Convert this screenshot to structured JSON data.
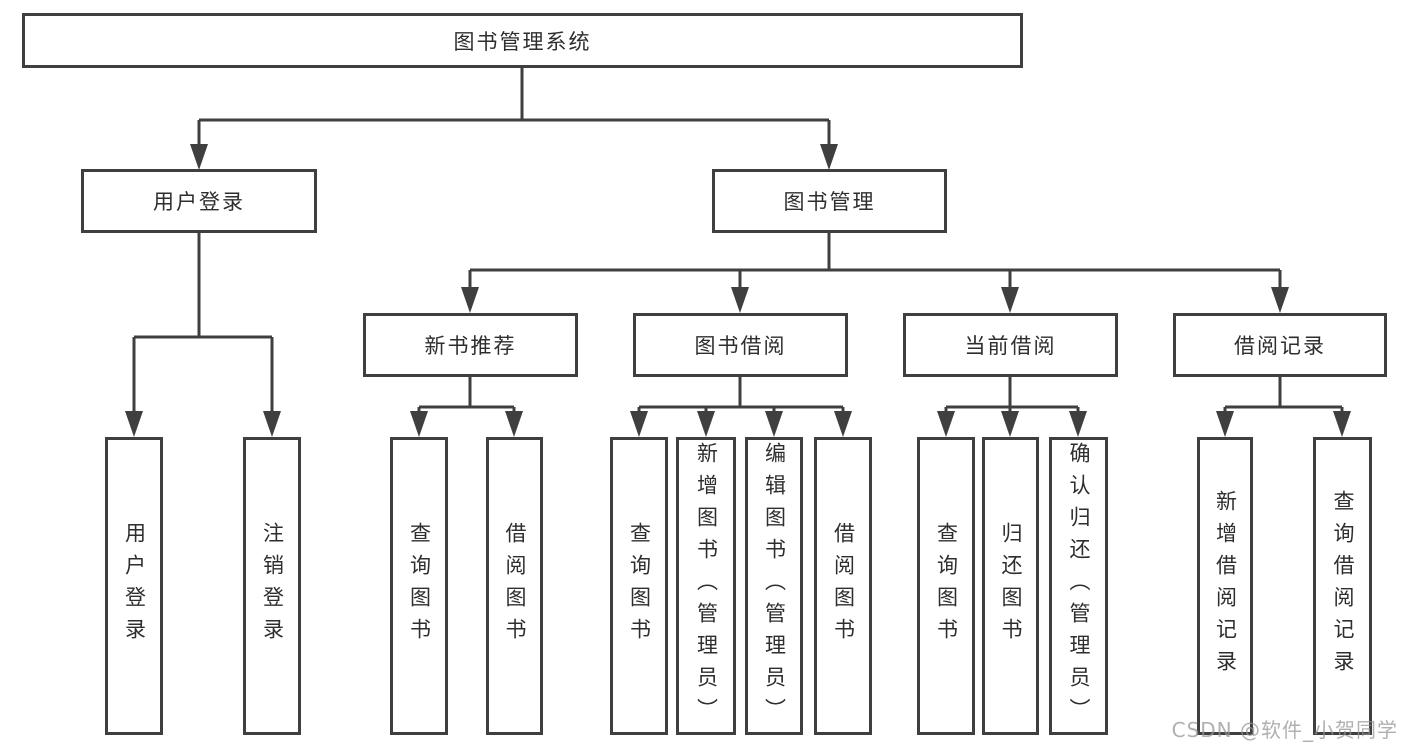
{
  "tree": {
    "label": "图书管理系统",
    "children": [
      {
        "label": "用户登录",
        "children": [
          {
            "label": "用户登录"
          },
          {
            "label": "注销登录"
          }
        ]
      },
      {
        "label": "图书管理",
        "children": [
          {
            "label": "新书推荐",
            "children": [
              {
                "label": "查询图书"
              },
              {
                "label": "借阅图书"
              }
            ]
          },
          {
            "label": "图书借阅",
            "children": [
              {
                "label": "查询图书"
              },
              {
                "label": "新增图书（管理员）"
              },
              {
                "label": "编辑图书（管理员）"
              },
              {
                "label": "借阅图书"
              }
            ]
          },
          {
            "label": "当前借阅",
            "children": [
              {
                "label": "查询图书"
              },
              {
                "label": "归还图书"
              },
              {
                "label": "确认归还（管理员）"
              }
            ]
          },
          {
            "label": "借阅记录",
            "children": [
              {
                "label": "新增借阅记录"
              },
              {
                "label": "查询借阅记录"
              }
            ]
          }
        ]
      }
    ]
  },
  "watermark": "CSDN @软件_小贺同学",
  "colors": {
    "box_border": "#3f3f3f",
    "connector_line": "#3f3f3f",
    "text": "#2e2e2e",
    "background": "#ffffff",
    "watermark": "#a6a6a6"
  }
}
